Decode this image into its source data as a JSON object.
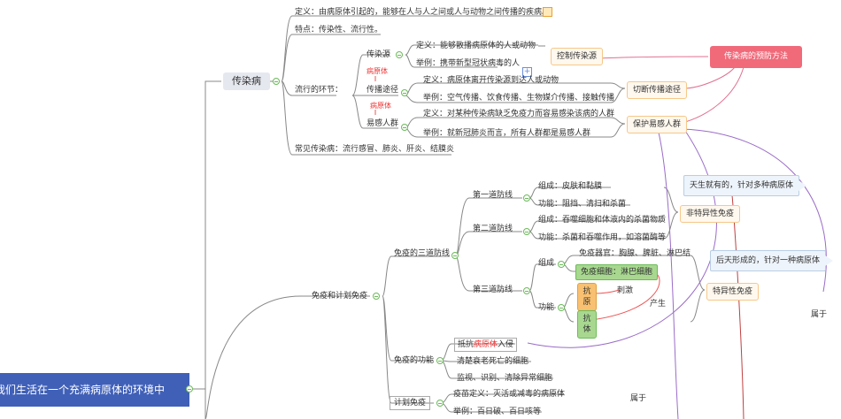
{
  "root": "我们生活在一个充满病原体的环境中",
  "infect": {
    "title": "传染病",
    "definition": "定义：由病原体引起的，能够在人与人之间或人与动物之间传播的疾病。",
    "features": "特点：传染性、流行性。",
    "links_label": "流行的环节：",
    "source": {
      "label": "传染源",
      "def": "定义：能够散播病原体的人或动物",
      "example": "举例：携带新型冠状病毒的人"
    },
    "route": {
      "label": "传播途径",
      "def": "定义：病原体离开传染源到达人或动物",
      "example": "举例：空气传播、饮食传播、生物媒介传播、接触传播"
    },
    "host": {
      "label": "易感人群",
      "def": "定义：对某种传染病缺乏免疫力而容易感染该病的人群",
      "example": "举例：就新冠肺炎而言，所有人群都是易感人群"
    },
    "pathogen_tag": "病原体",
    "common": "常见传染病：流行感冒、肺炎、肝炎、结膜炎"
  },
  "prevention": {
    "title": "传染病的预防方法",
    "control": "控制传染源",
    "cut": "切断传播途径",
    "protect": "保护易感人群"
  },
  "immune": {
    "title": "免疫和计划免疫",
    "three_lines": "免疫的三道防线",
    "first": {
      "label": "第一道防线",
      "composition": "组成：皮肤和黏膜",
      "function": "功能：阻挡、清扫和杀菌"
    },
    "second": {
      "label": "第二道防线",
      "composition": "组成：吞噬细胞和体液内的杀菌物质",
      "function": "功能：杀菌和吞噬作用，如溶菌酶等"
    },
    "third": {
      "label": "第三道防线",
      "comp_label": "组成",
      "organs": "免疫器官：胸腺、脾脏、淋巴结",
      "cells": "免疫细胞：淋巴细胞",
      "func_label": "功能",
      "antigen": "抗原",
      "antibody": "抗体",
      "stimulate": "刺激",
      "produce": "产生"
    },
    "nonspecific": "非特异性免疫",
    "nonspecific_note": "天生就有的，针对多种病原体",
    "specific": "特异性免疫",
    "specific_note": "后天形成的，针对一种病原体",
    "functions_label": "免疫的功能",
    "fn1_pre": "抵抗",
    "fn1_hl": "病原体",
    "fn1_post": "入侵",
    "fn2": "清楚衰老死亡的细胞",
    "fn3": "监视、识别、清除异常细胞",
    "plan_label": "计划免疫",
    "vaccine_def": "疫苗定义：灭活或减毒的病原体",
    "vaccine_example": "举例：百日破、百日咳等",
    "belongs": "属于"
  },
  "colors": {
    "root": "#4060b8",
    "red_tag": "#f06a7a",
    "green": "#6cba5a",
    "orange": "#f5c88a"
  }
}
